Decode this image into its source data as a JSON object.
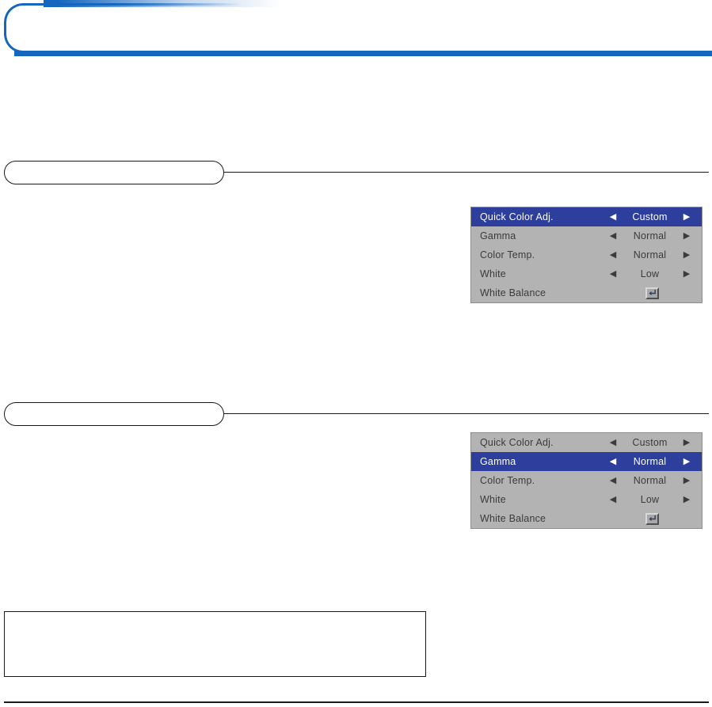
{
  "header": {
    "title": "",
    "accent_color": "#1567bd"
  },
  "sections": [
    {
      "pill_label": "",
      "body": ""
    },
    {
      "pill_label": "",
      "body": ""
    }
  ],
  "note_box": {
    "text": ""
  },
  "footer": {
    "text": ""
  },
  "osd_menus": [
    {
      "name": "quick-color-adj-menu",
      "selected_index": 0,
      "rows": [
        {
          "label": "Quick Color Adj.",
          "value": "Custom",
          "left_arrow": "◀",
          "right_arrow": "▶",
          "control": "spinner",
          "selected": true
        },
        {
          "label": "Gamma",
          "value": "Normal",
          "left_arrow": "◀",
          "right_arrow": "▶",
          "control": "spinner",
          "selected": false
        },
        {
          "label": "Color Temp.",
          "value": "Normal",
          "left_arrow": "◀",
          "right_arrow": "▶",
          "control": "spinner",
          "selected": false
        },
        {
          "label": "White",
          "value": "Low",
          "left_arrow": "◀",
          "right_arrow": "▶",
          "control": "spinner",
          "selected": false
        },
        {
          "label": "White Balance",
          "value": "",
          "left_arrow": "",
          "right_arrow": "",
          "control": "enter",
          "selected": false
        }
      ]
    },
    {
      "name": "gamma-menu",
      "selected_index": 1,
      "rows": [
        {
          "label": "Quick Color Adj.",
          "value": "Custom",
          "left_arrow": "◀",
          "right_arrow": "▶",
          "control": "spinner",
          "selected": false
        },
        {
          "label": "Gamma",
          "value": "Normal",
          "left_arrow": "◀",
          "right_arrow": "▶",
          "control": "spinner",
          "selected": true
        },
        {
          "label": "Color Temp.",
          "value": "Normal",
          "left_arrow": "◀",
          "right_arrow": "▶",
          "control": "spinner",
          "selected": false
        },
        {
          "label": "White",
          "value": "Low",
          "left_arrow": "◀",
          "right_arrow": "▶",
          "control": "spinner",
          "selected": false
        },
        {
          "label": "White Balance",
          "value": "",
          "left_arrow": "",
          "right_arrow": "",
          "control": "enter",
          "selected": false
        }
      ]
    }
  ],
  "colors": {
    "osd_background": "#b3b3b3",
    "osd_selected": "#2d3e9c",
    "osd_text": "#3b3b3b",
    "osd_selected_text": "#ffffff",
    "rule": "#1a1a1a",
    "brand_blue": "#1567bd"
  }
}
